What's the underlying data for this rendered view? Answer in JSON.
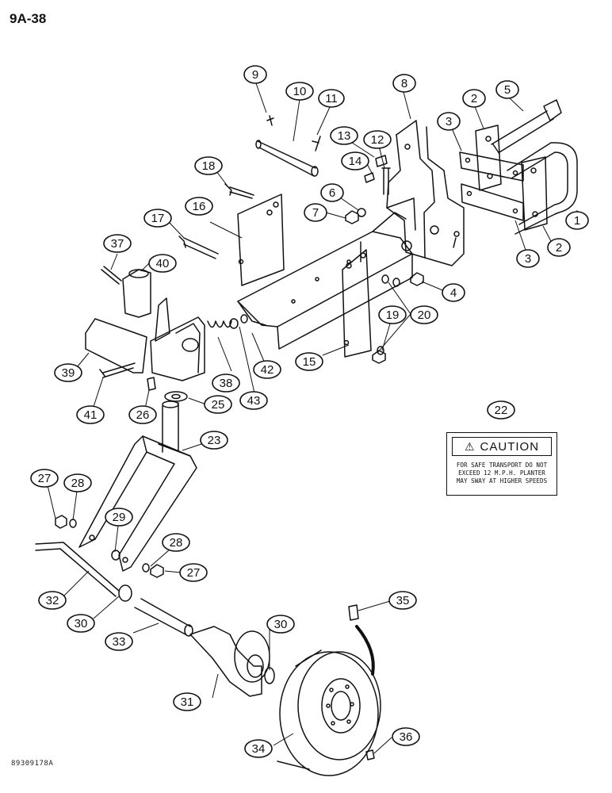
{
  "page_number": "9A-38",
  "figure_code": "89309178A",
  "caution": {
    "title": "CAUTION",
    "lines": [
      "FOR SAFE TRANSPORT DO NOT",
      "EXCEED 12 M.P.H. PLANTER",
      "MAY SWAY AT HIGHER SPEEDS"
    ]
  },
  "callouts": [
    "1",
    "2",
    "2",
    "3",
    "3",
    "4",
    "5",
    "6",
    "7",
    "8",
    "9",
    "10",
    "11",
    "12",
    "13",
    "14",
    "15",
    "16",
    "17",
    "18",
    "19",
    "20",
    "22",
    "23",
    "25",
    "26",
    "27",
    "27",
    "28",
    "28",
    "29",
    "30",
    "30",
    "31",
    "32",
    "33",
    "34",
    "35",
    "36",
    "37",
    "38",
    "39",
    "40",
    "41",
    "42",
    "43"
  ]
}
